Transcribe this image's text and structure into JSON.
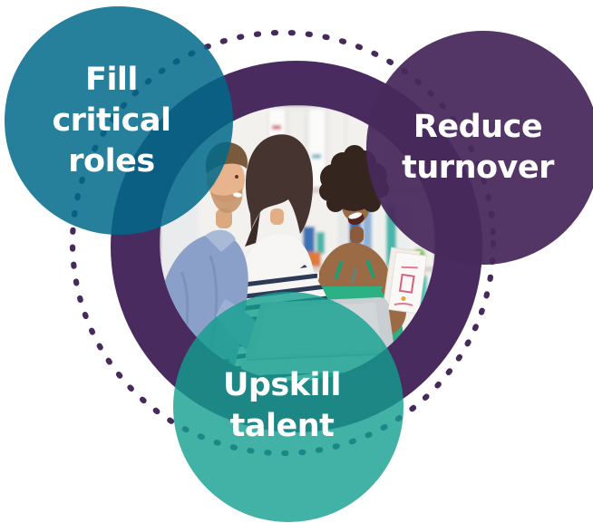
{
  "diagram": {
    "type": "venn-infographic",
    "background": "#ffffff",
    "colors": {
      "teal": "#1b7e9b",
      "purple": "#4a2b5f",
      "green_teal": "#41b2a5",
      "label_text": "#ffffff"
    },
    "circles": [
      {
        "id": "fill-critical-roles",
        "color": "#1b7e9b",
        "lines": [
          "Fill",
          "critical",
          "roles"
        ]
      },
      {
        "id": "reduce-turnover",
        "color": "#4a2b5f",
        "lines": [
          "Reduce",
          "turnover"
        ]
      },
      {
        "id": "upskill-talent",
        "color": "#41b2a5",
        "lines": [
          "Upskill",
          "talent"
        ]
      }
    ],
    "photo": {
      "description": "Three smiling colleagues laughing around a laptop in a bright office with shelves of binders"
    }
  }
}
